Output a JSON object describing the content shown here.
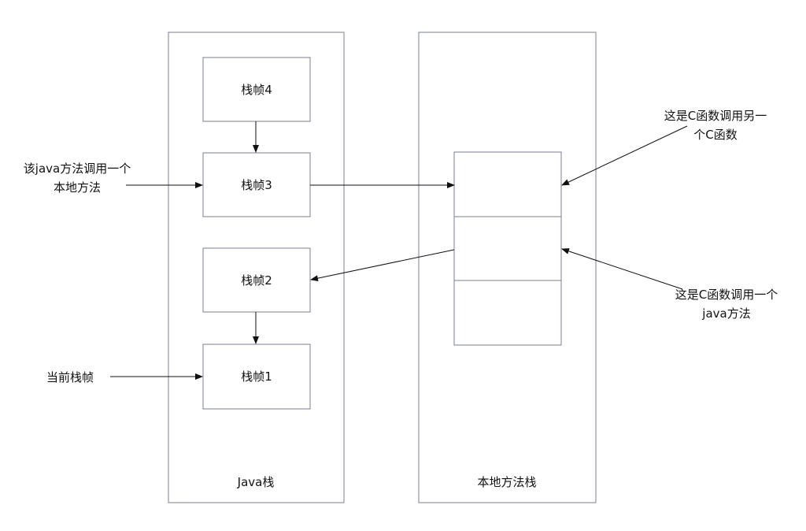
{
  "diagram": {
    "java_stack": {
      "label": "Java栈",
      "frames": [
        "栈帧4",
        "栈帧3",
        "栈帧2",
        "栈帧1"
      ]
    },
    "native_stack": {
      "label": "本地方法栈",
      "slots": [
        "",
        "",
        ""
      ]
    },
    "annotations": {
      "java_calls_native": [
        "该java方法调用一个",
        "本地方法"
      ],
      "current_frame": "当前栈帧",
      "c_calls_c": [
        "这是C函数调用另一",
        "个C函数"
      ],
      "c_calls_java": [
        "这是C函数调用一个",
        "java方法"
      ]
    },
    "colors": {
      "box_stroke": "#7b7f96",
      "arrow": "#111111",
      "background": "#ffffff"
    }
  }
}
